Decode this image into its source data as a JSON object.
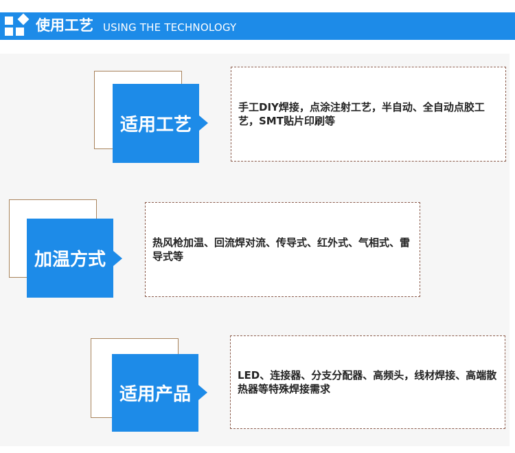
{
  "header": {
    "title": "使用工艺",
    "subtitle": "USING THE TECHNOLOGY"
  },
  "sections": [
    {
      "label": "适用工艺",
      "description": "手工DIY焊接，点涂注射工艺，半自动、全自动点胶工艺，SMT贴片印刷等"
    },
    {
      "label": "加温方式",
      "description": "热风枪加温、回流焊对流、传导式、红外式、气相式、雷导式等"
    },
    {
      "label": "适用产品",
      "description": "LED、连接器、分支分配器、高频头，线材焊接、高端散热器等特殊焊接需求"
    }
  ],
  "colors": {
    "accent": "#1d8be8",
    "frame_border": "#a8825a",
    "dashed_border": "#8a5a4a",
    "panel_bg": "#f6f6f6"
  }
}
